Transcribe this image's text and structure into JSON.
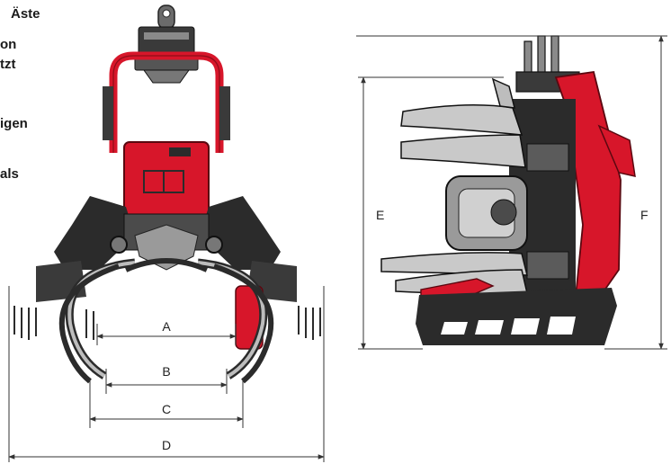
{
  "cropped_text": [
    "Äste",
    "on",
    "tzt",
    "igen",
    "als"
  ],
  "dimensions_front": [
    "A",
    "B",
    "C",
    "D"
  ],
  "dimensions_side": [
    "E",
    "F"
  ],
  "colors": {
    "red": "#d7162a",
    "dark_red": "#8e0c18",
    "frame": "#2b2b2b",
    "mid_gray": "#6b6b6b",
    "light_gray": "#c9c9c9",
    "dim_line": "#333333"
  }
}
